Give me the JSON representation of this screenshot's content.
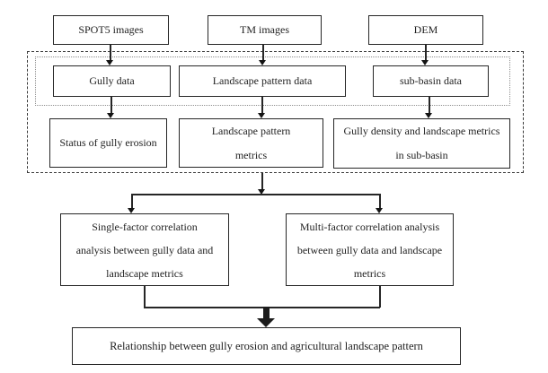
{
  "colors": {
    "ink": "#1f1f1f",
    "line": "#262626",
    "background": "#ffffff"
  },
  "flowchart": {
    "boxes": {
      "spot5": "SPOT5 images",
      "tm": "TM images",
      "dem": "DEM",
      "gully_data": "Gully data",
      "landscape_pattern_data": "Landscape pattern data",
      "sub_basin_data": "sub-basin data",
      "status_of_gully_erosion": "Status of gully erosion",
      "landscape_pattern_metrics": [
        "Landscape pattern",
        "metrics"
      ],
      "gully_density_landscape_metrics": [
        "Gully density and landscape metrics",
        "in sub-basin"
      ],
      "single_factor": [
        "Single-factor correlation",
        "analysis between gully data and",
        "landscape metrics"
      ],
      "multi_factor": [
        "Multi-factor correlation analysis",
        "between gully data and landscape",
        "metrics"
      ],
      "relationship": "Relationship between gully erosion and agricultural landscape pattern"
    }
  }
}
